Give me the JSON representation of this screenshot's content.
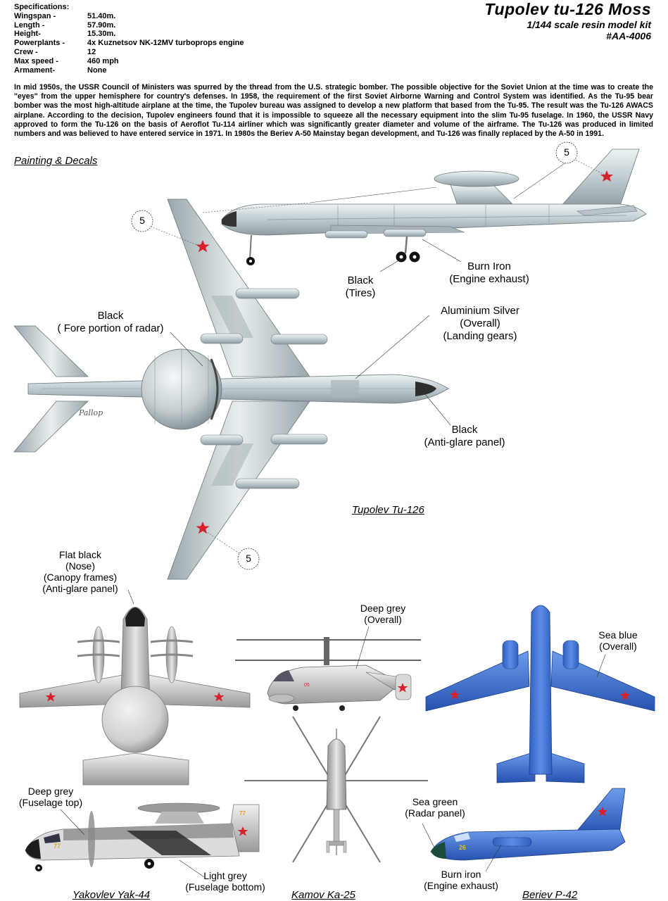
{
  "specs": {
    "heading": "Specifications:",
    "rows": [
      {
        "k": "Wingspan -",
        "v": "51.40m."
      },
      {
        "k": "Length -",
        "v": "57.90m."
      },
      {
        "k": "Height-",
        "v": "15.30m."
      },
      {
        "k": "Powerplants -",
        "v": "4x Kuznetsov NK-12MV turboprops engine"
      },
      {
        "k": "Crew -",
        "v": "12"
      },
      {
        "k": "Max speed -",
        "v": "460 mph"
      },
      {
        "k": "Armament-",
        "v": "None"
      }
    ]
  },
  "title": {
    "main": "Tupolev tu-126 Moss",
    "scale": "1/144 scale resin model kit",
    "code": "#AA-4006"
  },
  "intro": "In mid 1950s, the USSR Council of Ministers was spurred by the thread from the U.S. strategic bomber. The possible objective for the Soviet Union at the time was to create the \"eyes\" from the upper hemisphere for country's defenses. In 1958, the requirement of the first Soviet Airborne Warning and Control System was identified. As the Tu-95 bear bomber was the most high-altitude airplane at the time, the Tupolev bureau was assigned to develop a new platform that based from the Tu-95. The result was the Tu-126 AWACS airplane. According to the decision, Tupolev engineers found that it is impossible to squeeze all the necessary equipment into the slim Tu-95 fuselage. In 1960, the USSR Navy approved to form the Tu-126 on the basis of Aeroflot Tu-114 airliner which was significantly greater diameter and volume of the airframe. The Tu-126 was produced in limited numbers and was believed to have entered service in 1971. In 1980s the Beriev A-50 Mainstay began development, and Tu-126 was finally replaced by the A-50 in 1991.",
  "section_heading": "Painting & Decals",
  "decal_number": "5",
  "signature": "Pallop",
  "callouts": {
    "tires": [
      "Black",
      "(Tires)"
    ],
    "exhaust": [
      "Burn Iron",
      "(Engine exhaust)"
    ],
    "radar_fore": [
      "Black",
      "( Fore portion of radar)"
    ],
    "overall": [
      "Aluminium Silver",
      "(Overall)",
      "(Landing gears)"
    ],
    "antiglare": [
      "Black",
      "(Anti-glare panel)"
    ],
    "yak_nose": [
      "Flat black",
      "(Nose)",
      "(Canopy frames)",
      "(Anti-glare panel)"
    ],
    "ka_overall": [
      "Deep grey",
      "(Overall)"
    ],
    "be_overall": [
      "Sea blue",
      "(Overall)"
    ],
    "yak_top": [
      "Deep grey",
      "(Fuselage  top)"
    ],
    "yak_bottom": [
      "Light grey",
      "(Fuselage bottom)"
    ],
    "be_radar": [
      "Sea green",
      "(Radar panel)"
    ],
    "be_exhaust": [
      "Burn iron",
      "(Engine exhaust)"
    ]
  },
  "captions": {
    "tu126": "Tupolev Tu-126",
    "yak44": "Yakovlev Yak-44",
    "ka25": "Kamov Ka-25",
    "p42": "Beriev P-42"
  },
  "markings": {
    "ka25_side": "05",
    "p42_side": "26",
    "yak_tail": "77"
  },
  "colors": {
    "star": "#d8202a",
    "silver": "#c9d3d6",
    "sea_blue": "#3c6fd0",
    "light_grey": "#d2d2d2"
  }
}
